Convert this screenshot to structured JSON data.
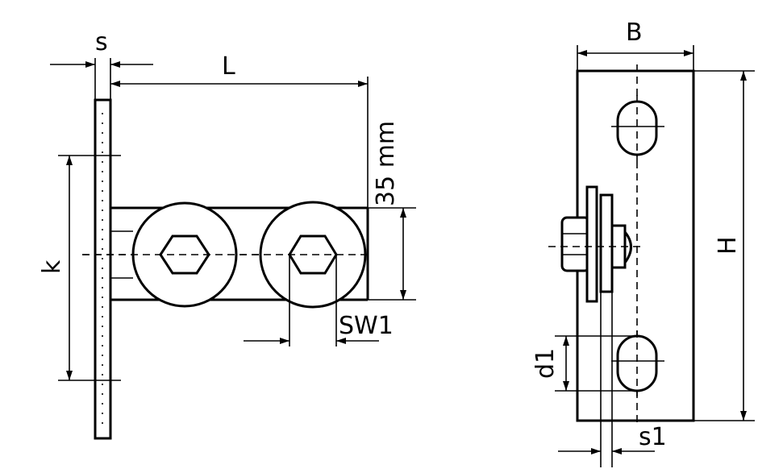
{
  "labels": {
    "s": "s",
    "L": "L",
    "mm35": "35 mm",
    "k": "k",
    "SW1": "SW1",
    "B": "B",
    "H": "H",
    "d1": "d1",
    "s1": "s1"
  }
}
